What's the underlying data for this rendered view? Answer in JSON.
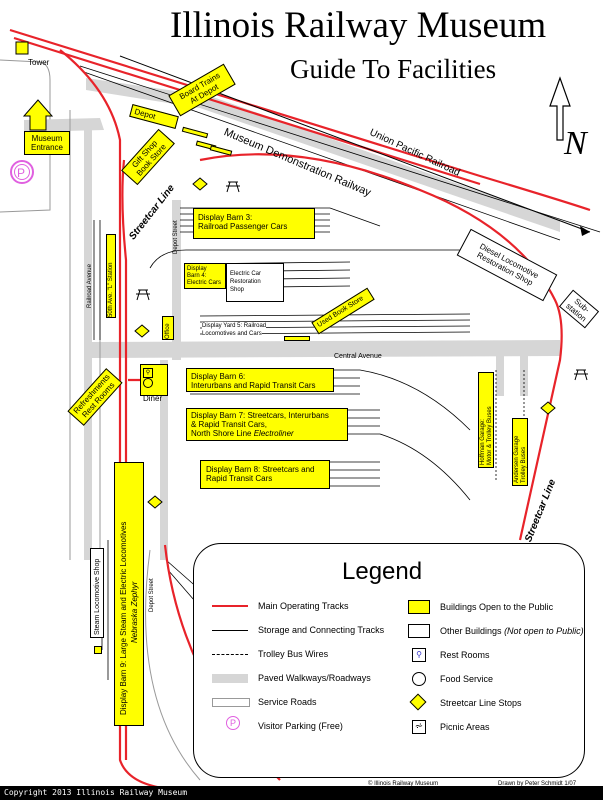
{
  "title": "Illinois Railway Museum",
  "subtitle": "Guide To Facilities",
  "north": "N",
  "labels": {
    "tower": "Tower",
    "museum_entrance_1": "Museum",
    "museum_entrance_2": "Entrance",
    "board_trains_1": "Board Trains",
    "board_trains_2": "At Depot",
    "depot": "Depot",
    "gift_shop_1": "Gift Shop",
    "gift_shop_2": "Book Store",
    "museum_demo_railway": "Museum Demonstration Railway",
    "union_pacific": "Union Pacific Railroad",
    "streetcar_line": "Streetcar Line",
    "depot_street": "Depot Street",
    "railroad_avenue": "Railroad Avenue",
    "station_50th": "50th Ave. \"L\" Station",
    "office": "Office",
    "display_barn3_1": "Display Barn 3:",
    "display_barn3_2": "Railroad Passenger Cars",
    "display_barn4_1": "Display",
    "display_barn4_2": "Barn 4:",
    "display_barn4_3": "Electric Cars",
    "electric_restoration_1": "Electric Car",
    "electric_restoration_2": "Restoration",
    "electric_restoration_3": "Shop",
    "diesel_restoration_1": "Diesel Locomotive",
    "diesel_restoration_2": "Restoration Shop",
    "substation_1": "Sub-",
    "substation_2": "station",
    "display_yard5_1": "Display Yard 5: Railroad",
    "display_yard5_2": "Locomotives and Cars",
    "used_book_store": "Used Book Store",
    "central_avenue": "Central Avenue",
    "diner": "Diner",
    "refreshments_1": "Refreshments",
    "refreshments_2": "Rest Rooms",
    "display_barn6_1": "Display Barn 6:",
    "display_barn6_2": "Interurbans and Rapid Transit Cars",
    "display_barn7_1": "Display Barn 7:  Streetcars, Interurbans",
    "display_barn7_2": "& Rapid Transit Cars,",
    "display_barn7_3a": "North Shore Line ",
    "display_barn7_3b": "Electroliner",
    "display_barn8_1": "Display Barn 8: Streetcars and",
    "display_barn8_2": "Rapid Transit Cars",
    "hoffman_1": "Hoffman Garage:",
    "hoffman_2": "Motor & Trolley Buses",
    "andersen_1": "Andersen Garage",
    "andersen_2": "Trolley Buses",
    "steam_shop": "Steam Locomotive Shop",
    "display_barn9_1": "Display Barn 9:  Large Steam and Electric Locomotives",
    "display_barn9_2": "Nebraska Zephyr",
    "depot_street_lower": "Depot Street",
    "streetcar_line_lower": "Streetcar Line"
  },
  "legend": {
    "title": "Legend",
    "items": [
      {
        "key": "main",
        "label": "Main Operating Tracks"
      },
      {
        "key": "storage",
        "label": "Storage and Connecting Tracks"
      },
      {
        "key": "trolley",
        "label": "Trolley Bus Wires"
      },
      {
        "key": "paved",
        "label": "Paved Walkways/Roadways"
      },
      {
        "key": "service",
        "label": "Service Roads"
      },
      {
        "key": "parking",
        "label": "Visitor Parking (Free)"
      },
      {
        "key": "open",
        "label": "Buildings Open to the Public"
      },
      {
        "key": "other",
        "label": "Other Buildings"
      },
      {
        "key": "other_note",
        "label": "(Not open to Public)"
      },
      {
        "key": "restrooms",
        "label": "Rest Rooms"
      },
      {
        "key": "food",
        "label": "Food Service"
      },
      {
        "key": "stops",
        "label": "Streetcar Line Stops"
      },
      {
        "key": "picnic",
        "label": "Picnic Areas"
      }
    ]
  },
  "footer": {
    "museum": "© Illinois Railway Museum",
    "drawn": "Drawn by Peter Schmidt  1/07",
    "copyright": "Copyright 2013 Illinois Railway Museum"
  },
  "colors": {
    "main_track": "#e8232a",
    "building_open": "#ffff00",
    "pavement": "#d4d4d4",
    "parking_icon": "#e060e0",
    "tower": "#ffff00"
  }
}
